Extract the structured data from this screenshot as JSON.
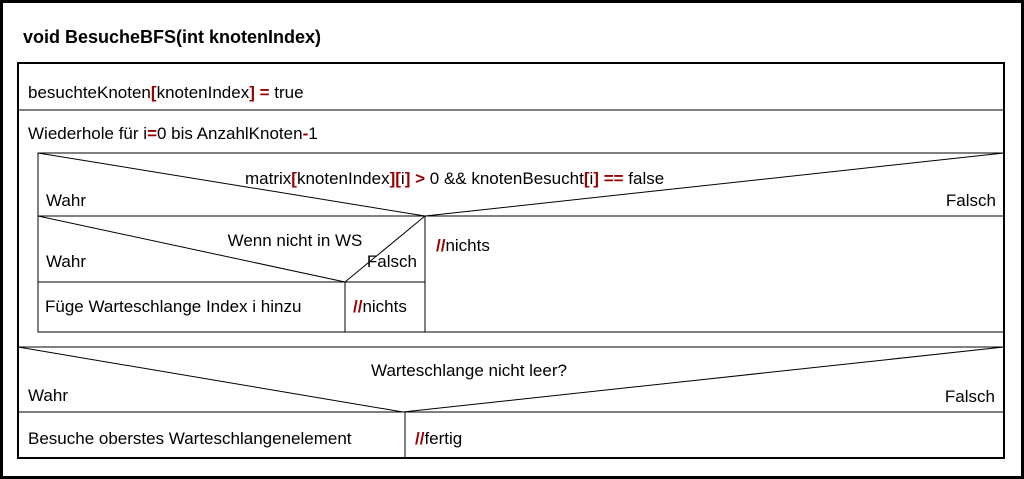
{
  "colors": {
    "background": "#ffffff",
    "line": "#000000",
    "text": "#000000",
    "operator_red": "#990000"
  },
  "diagram": {
    "title": "void BesucheBFS(int knotenIndex)",
    "branch_true_label": "Wahr",
    "branch_false_label": "Falsch",
    "statement_visit": [
      {
        "t": "besuchteKnoten"
      },
      {
        "t": "[",
        "r": true
      },
      {
        "t": "knotenIndex"
      },
      {
        "t": "]",
        "r": true
      },
      {
        "t": " "
      },
      {
        "t": "=",
        "r": true
      },
      {
        "t": " true"
      }
    ],
    "loop_header": [
      {
        "t": "Wiederhole für i"
      },
      {
        "t": "=",
        "r": true
      },
      {
        "t": "0 bis AnzahlKnoten"
      },
      {
        "t": "-",
        "r": true
      },
      {
        "t": "1"
      }
    ],
    "condition_matrix": [
      {
        "t": "matrix"
      },
      {
        "t": "[",
        "r": true
      },
      {
        "t": "knotenIndex"
      },
      {
        "t": "][",
        "r": true
      },
      {
        "t": "i"
      },
      {
        "t": "]",
        "r": true
      },
      {
        "t": " "
      },
      {
        "t": ">",
        "r": true
      },
      {
        "t": " 0 && knotenBesucht"
      },
      {
        "t": "[",
        "r": true
      },
      {
        "t": "i"
      },
      {
        "t": "]",
        "r": true
      },
      {
        "t": " "
      },
      {
        "t": "==",
        "r": true
      },
      {
        "t": " false"
      }
    ],
    "condition_ws": "Wenn nicht in WS",
    "statement_enqueue": "Füge Warteschlange Index i hinzu",
    "comment_nothing": [
      {
        "t": "//",
        "r": true
      },
      {
        "t": "nichts"
      }
    ],
    "condition_queue": "Warteschlange nicht leer?",
    "statement_visit_top": "Besuche oberstes Warteschlangenelement",
    "comment_done": [
      {
        "t": "//",
        "r": true
      },
      {
        "t": "fertig"
      }
    ]
  }
}
